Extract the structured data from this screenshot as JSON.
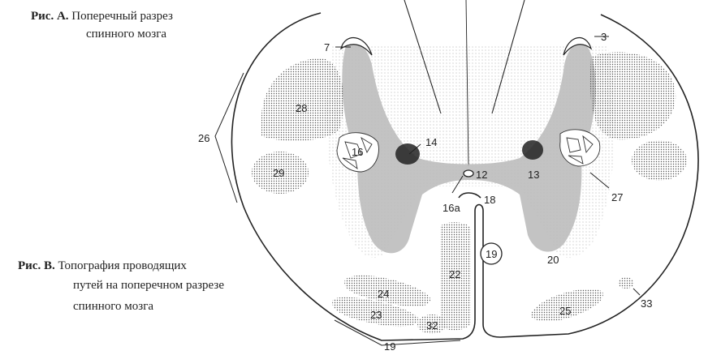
{
  "caption_a": {
    "prefix": "Рис. А.",
    "line1": "Поперечный разрез",
    "line2": "спинного мозга"
  },
  "caption_b": {
    "prefix": "Рис. В.",
    "line1": "Топография проводящих",
    "line2": "путей на поперечном разрезе",
    "line3": "спинного мозга"
  },
  "labels": {
    "l3": "3",
    "l7": "7",
    "l12": "12",
    "l13": "13",
    "l14": "14",
    "l16": "16",
    "l16a": "16a",
    "l18": "18",
    "l19_circle": "19",
    "l19_bottom": "19",
    "l20": "20",
    "l22": "22",
    "l23": "23",
    "l24": "24",
    "l25": "25",
    "l26": "26",
    "l27": "27",
    "l28": "28",
    "l29": "29",
    "l32": "32",
    "l33": "33"
  },
  "colors": {
    "outline": "#222222",
    "grey_matter": "#bdbdbd",
    "dots": "#555555"
  }
}
